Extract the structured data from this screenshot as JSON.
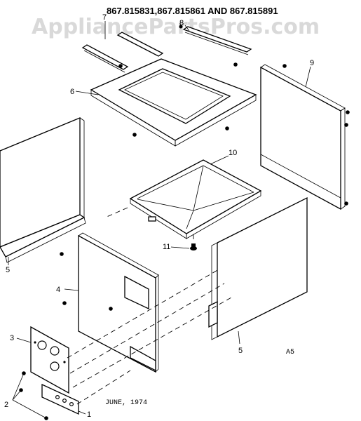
{
  "watermark": "AppliancePartsPros.com",
  "models_header": "867.815831,867.815861 AND 867.815891",
  "date_stamp": "JUNE, 1974",
  "code_mark": "A5",
  "callouts": [
    "1",
    "2",
    "3",
    "4",
    "5",
    "5",
    "6",
    "7",
    "8",
    "9",
    "10",
    "11"
  ],
  "icons": {
    "screw": "screw-icon"
  }
}
